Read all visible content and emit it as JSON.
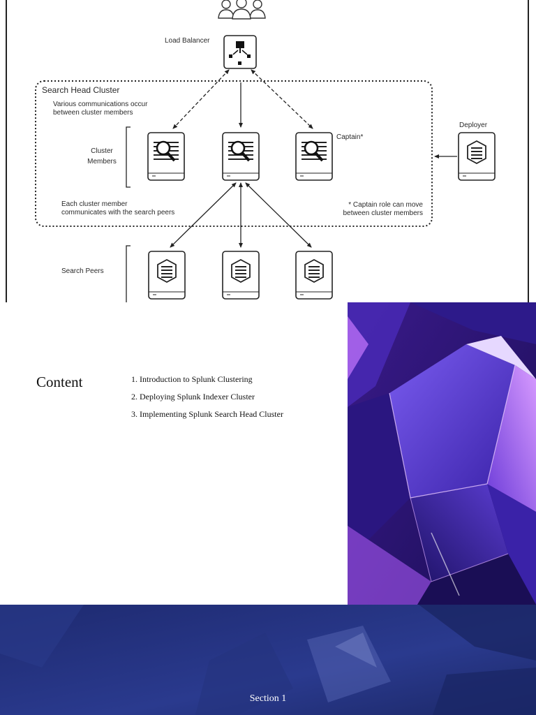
{
  "diagram": {
    "load_balancer": "Load Balancer",
    "cluster_title": "Search Head Cluster",
    "cluster_note": [
      "Various communications occur",
      "between cluster members"
    ],
    "cluster_members": [
      "Cluster",
      "Members"
    ],
    "captain": "Captain*",
    "deployer": "Deployer",
    "peer_note": [
      "Each cluster member",
      "communicates with the search peers"
    ],
    "captain_note": [
      "* Captain role can move",
      "between cluster members"
    ],
    "search_peers": "Search Peers"
  },
  "content_slide": {
    "title": "Content",
    "items": [
      "1. Introduction to Splunk Clustering",
      "2. Deploying Splunk Indexer Cluster",
      "3. Implementing Splunk Search Head Cluster"
    ]
  },
  "section_slide": {
    "label": "Section 1"
  },
  "colors": {
    "section_bg": "#22307a",
    "crystal_primary": "#5a2fc8",
    "crystal_accent": "#c56cff"
  }
}
